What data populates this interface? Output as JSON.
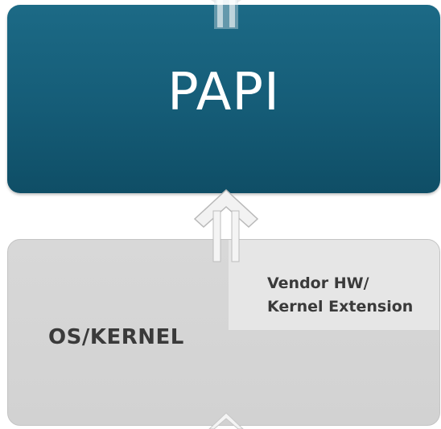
{
  "nodes": {
    "papi": {
      "label": "PAPI",
      "color": "#155c77"
    },
    "os_kernel": {
      "label": "OS/KERNEL",
      "color": "#d4d4d4"
    },
    "vendor_extension": {
      "label": "Vendor HW/\nKernel Extension",
      "color": "#e6e6e6"
    }
  },
  "edges": [
    {
      "from": "os_kernel",
      "to": "papi",
      "style": "double-shaft-up-arrow"
    },
    {
      "from": "below",
      "to": "os_kernel",
      "style": "up-arrow-partial"
    },
    {
      "from": "papi",
      "to": "above",
      "style": "up-arrow-partial"
    }
  ]
}
